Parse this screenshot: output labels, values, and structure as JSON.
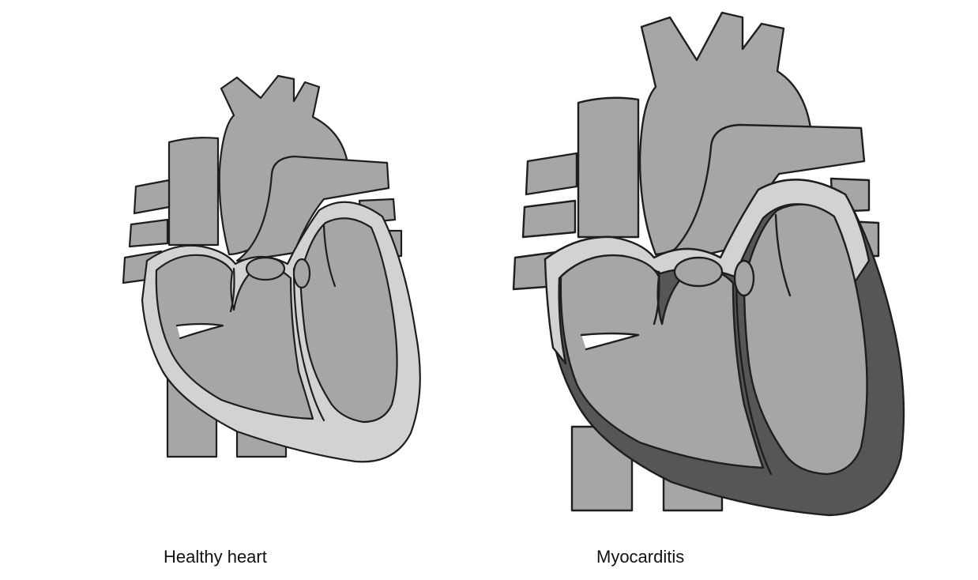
{
  "figure": {
    "panels": [
      {
        "caption": "Healthy heart",
        "wall_color": "#d2d2d2",
        "condition": "healthy"
      },
      {
        "caption": "Myocarditis",
        "wall_color": "#565656",
        "condition": "inflamed"
      }
    ]
  },
  "colors": {
    "tissue": "#a6a6a6",
    "outline": "#1e1e1e",
    "background": "#ffffff"
  }
}
